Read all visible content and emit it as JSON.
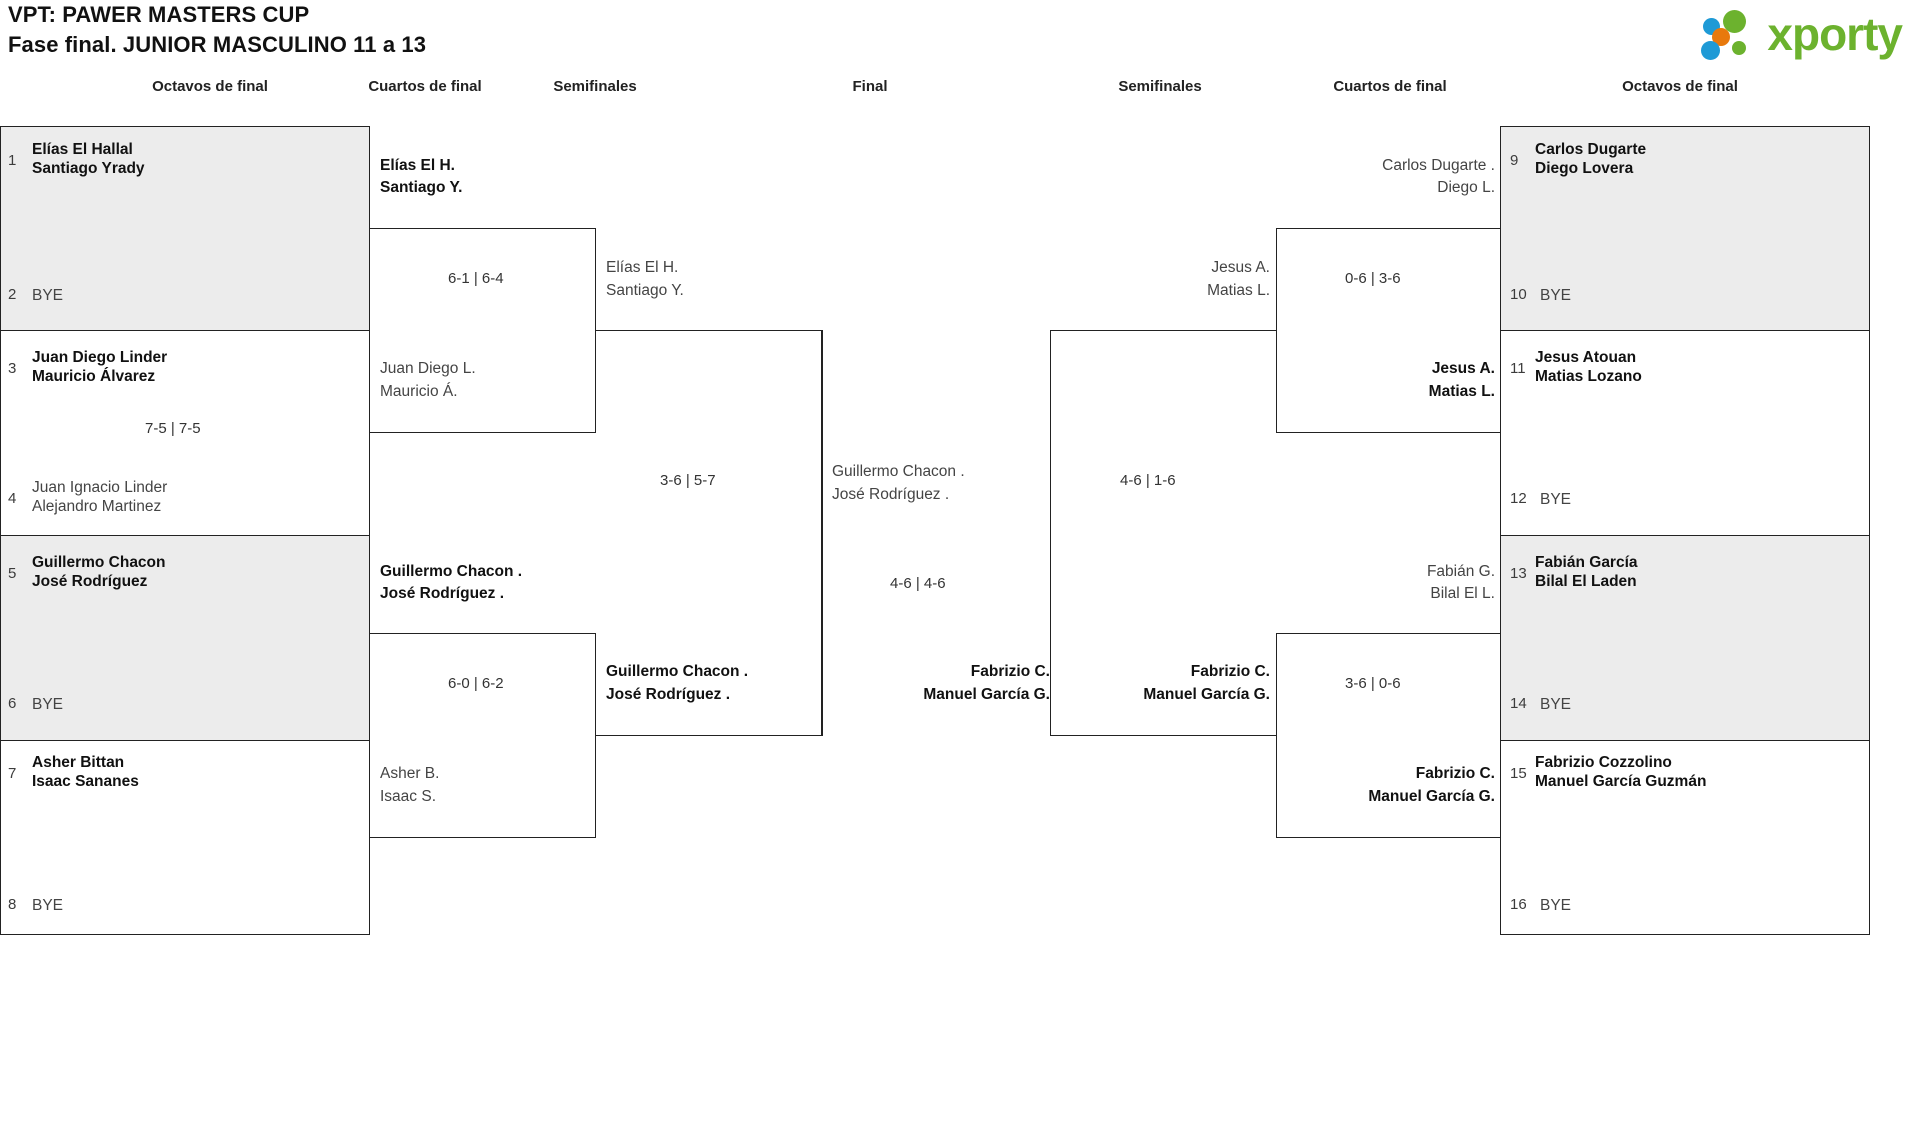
{
  "header": {
    "title": "VPT: PAWER MASTERS CUP",
    "subtitle": "Fase final. JUNIOR MASCULINO 11 a 13",
    "logo_word": "xporty",
    "logo_colors": {
      "green": "#6cb22e",
      "blue": "#1e9ad6",
      "orange": "#e8790c"
    }
  },
  "round_headers": {
    "left_r16": "Octavos de final",
    "left_qf": "Cuartos de final",
    "left_sf": "Semifinales",
    "final": "Final",
    "right_sf": "Semifinales",
    "right_qf": "Cuartos de final",
    "right_r16": "Octavos de final"
  },
  "left_r16": [
    {
      "seed": "1",
      "line1": "Elías El Hallal",
      "line2": "Santiago Yrady",
      "state": "win"
    },
    {
      "seed": "2",
      "line1": "BYE",
      "line2": "",
      "state": "bye"
    },
    {
      "seed": "3",
      "line1": "Juan Diego Linder",
      "line2": "Mauricio Álvarez",
      "state": "win"
    },
    {
      "seed": "4",
      "line1": "Juan Ignacio Linder",
      "line2": "Alejandro Martinez",
      "state": "lose"
    },
    {
      "seed": "5",
      "line1": "Guillermo Chacon",
      "line2": "José Rodríguez",
      "state": "win"
    },
    {
      "seed": "6",
      "line1": "BYE",
      "line2": "",
      "state": "bye"
    },
    {
      "seed": "7",
      "line1": "Asher Bittan",
      "line2": "Isaac Sananes",
      "state": "win"
    },
    {
      "seed": "8",
      "line1": "BYE",
      "line2": "",
      "state": "bye"
    }
  ],
  "right_r16": [
    {
      "seed": "9",
      "line1": "Carlos Dugarte",
      "line2": "Diego Lovera",
      "state": "win"
    },
    {
      "seed": "10",
      "line1": "BYE",
      "line2": "",
      "state": "bye"
    },
    {
      "seed": "11",
      "line1": "Jesus Atouan",
      "line2": "Matias Lozano",
      "state": "win"
    },
    {
      "seed": "12",
      "line1": "BYE",
      "line2": "",
      "state": "bye"
    },
    {
      "seed": "13",
      "line1": "Fabián García",
      "line2": "Bilal El Laden",
      "state": "win"
    },
    {
      "seed": "14",
      "line1": "BYE",
      "line2": "",
      "state": "bye"
    },
    {
      "seed": "15",
      "line1": "Fabrizio Cozzolino",
      "line2": "Manuel García Guzmán",
      "state": "win"
    },
    {
      "seed": "16",
      "line1": "BYE",
      "line2": "",
      "state": "bye"
    }
  ],
  "left_qf": [
    {
      "line1": "Elías El H.",
      "line2": "Santiago Y.",
      "state": "win",
      "score": "6-1 | 6-4"
    },
    {
      "line1": "Juan Diego L.",
      "line2": "Mauricio Á.",
      "state": "lose",
      "score": ""
    },
    {
      "line1": "Guillermo Chacon .",
      "line2": "José Rodríguez .",
      "state": "win",
      "score": "6-0 | 6-2"
    },
    {
      "line1": "Asher B.",
      "line2": "Isaac S.",
      "state": "lose",
      "score": ""
    }
  ],
  "right_qf": [
    {
      "line1": "Carlos Dugarte .",
      "line2": "Diego L.",
      "state": "lose",
      "score": "0-6 | 3-6"
    },
    {
      "line1": "Jesus A.",
      "line2": "Matias L.",
      "state": "win",
      "score": ""
    },
    {
      "line1": "Fabián G.",
      "line2": "Bilal El L.",
      "state": "lose",
      "score": "3-6 | 0-6"
    },
    {
      "line1": "Fabrizio C.",
      "line2": "Manuel García G.",
      "state": "win",
      "score": ""
    }
  ],
  "left_sf": [
    {
      "line1": "Elías El H.",
      "line2": "Santiago Y.",
      "state": "lose",
      "score": "3-6 | 5-7"
    },
    {
      "line1": "Guillermo Chacon .",
      "line2": "José Rodríguez .",
      "state": "win",
      "score": ""
    }
  ],
  "right_sf": [
    {
      "line1": "Jesus A.",
      "line2": "Matias L.",
      "state": "lose",
      "score": "4-6 | 1-6"
    },
    {
      "line1": "Fabrizio C.",
      "line2": "Manuel García G.",
      "state": "win",
      "score": ""
    }
  ],
  "final": [
    {
      "line1": "Guillermo Chacon .",
      "line2": "José Rodríguez .",
      "state": "lose",
      "score": "4-6 | 4-6"
    },
    {
      "line1": "Fabrizio C.",
      "line2": "Manuel García G.",
      "state": "win",
      "score": ""
    }
  ]
}
